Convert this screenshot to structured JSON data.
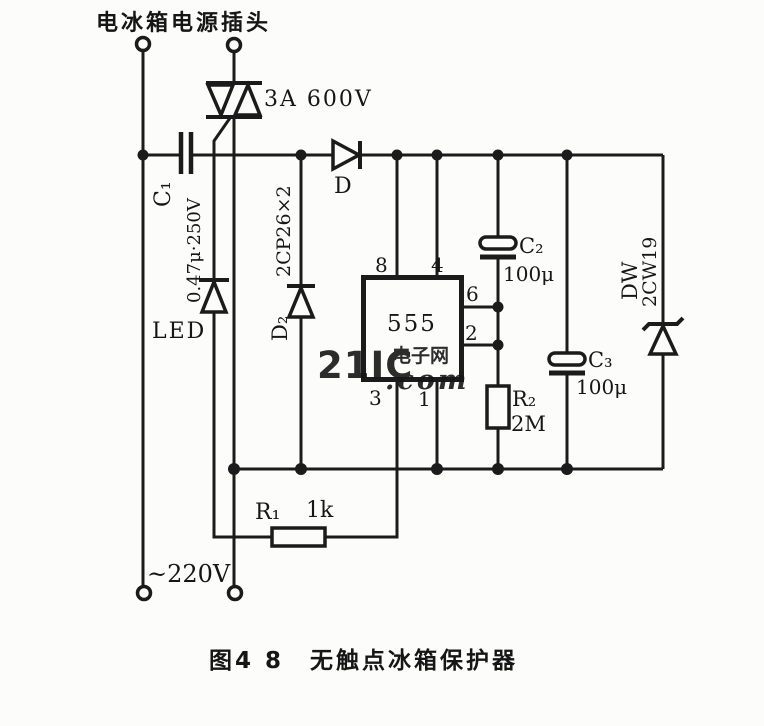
{
  "page": {
    "plug_label": "电冰箱电源插头",
    "mains_label": "~220V",
    "caption": "图4 8　无触点冰箱保护器"
  },
  "watermark": {
    "brand": "21IC",
    "domain": ".com",
    "site": "电子网"
  },
  "components": {
    "triac_rating": "3A 600V",
    "c1": {
      "name": "C₁",
      "value": "0.47μ·250V"
    },
    "led": "LED",
    "d2": "D₂",
    "diode_type": "2CP26×2",
    "d": "D",
    "ic555": {
      "name": "555",
      "pin8": "8",
      "pin4": "4",
      "pin6": "6",
      "pin2": "2",
      "pin3": "3",
      "pin1": "1"
    },
    "c2": {
      "name": "C₂",
      "value": "100μ"
    },
    "c3": {
      "name": "C₃",
      "value": "100μ"
    },
    "dw": {
      "name": "DW",
      "type": "2CW19"
    },
    "r2": {
      "name": "R₂",
      "value": "2M"
    },
    "r1": {
      "name": "R₁",
      "value": "1k"
    }
  },
  "colors": {
    "ink": "#1b1b1b",
    "watermark_red": "#d95f6f",
    "watermark_gray": "#a6a6a6",
    "paper": "#fcfcfb"
  }
}
